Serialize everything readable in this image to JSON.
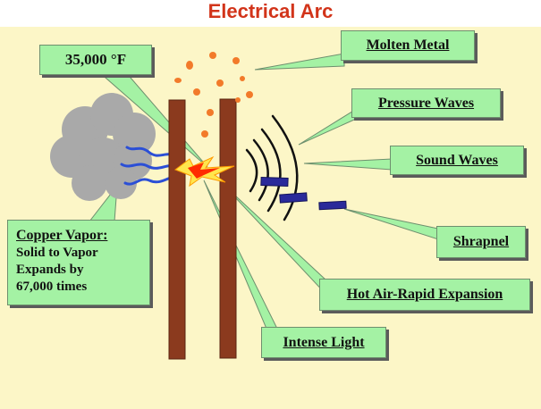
{
  "title": "Electrical Arc",
  "labels": {
    "temperature": "35,000 °F",
    "molten_metal": "Molten Metal",
    "pressure_waves": "Pressure Waves",
    "sound_waves": "Sound Waves",
    "shrapnel": "Shrapnel",
    "hot_air": "Hot Air-Rapid Expansion",
    "intense_light": "Intense Light",
    "copper_vapor": {
      "heading": "Copper Vapor:",
      "line1": "Solid to Vapor",
      "line2": "Expands by",
      "line3": "67,000 times"
    }
  },
  "colors": {
    "background": "#fcf6c7",
    "callout": "#a4f2a4",
    "title": "#d2341a",
    "electrode": "#8b3a1e",
    "droplet": "#f27a2a",
    "shrapnel": "#2a2a9a",
    "cloud": "#a9a9a9",
    "vapor_lines": "#2b4fd6",
    "wave": "#111111"
  }
}
